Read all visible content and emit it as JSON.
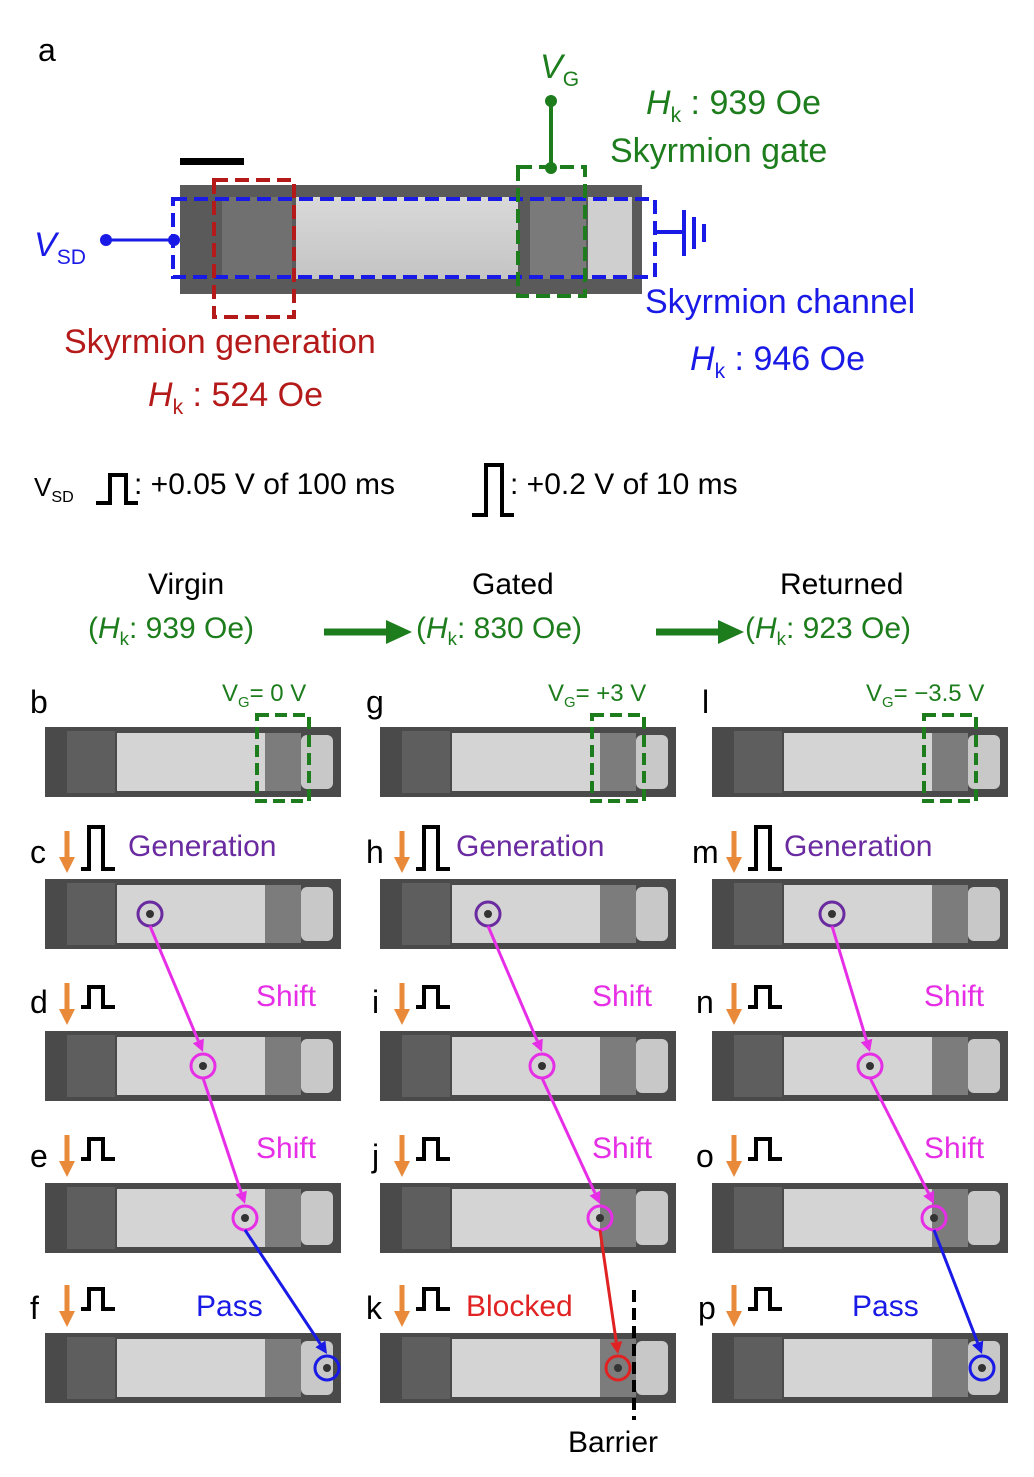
{
  "panel_a": {
    "letter": "a",
    "vg_label": "V",
    "vg_sub": "G",
    "hk_gate_symbol": "H",
    "hk_gate_sub": "k",
    "hk_gate_value": " : 939 Oe",
    "gate_title": "Skyrmion gate",
    "vsd_symbol": "V",
    "vsd_sub": "SD",
    "channel_title": "Skyrmion channel",
    "hk_channel_symbol": "H",
    "hk_channel_sub": "k",
    "hk_channel_value": " : 946 Oe",
    "generation_title": "Skyrmion generation",
    "hk_gen_symbol": "H",
    "hk_gen_sub": "k",
    "hk_gen_value": " : 524 Oe"
  },
  "pulse_legend": {
    "vsd": "V",
    "vsd_sub": "SD",
    "short_pulse": ": +0.05 V of 100 ms",
    "long_pulse": ": +0.2 V of 10 ms"
  },
  "states": [
    {
      "name": "Virgin",
      "hk_symbol": "H",
      "hk_sub": "k",
      "hk_value": ": 939 Oe)"
    },
    {
      "name": "Gated",
      "hk_symbol": "H",
      "hk_sub": "k",
      "hk_value": ": 830 Oe)"
    },
    {
      "name": "Returned",
      "hk_symbol": "H",
      "hk_sub": "k",
      "hk_value": ": 923 Oe)"
    }
  ],
  "columns": [
    {
      "vg": "V",
      "vg_sub": "G",
      "vg_value": "= 0 V",
      "letters": [
        "b",
        "c",
        "d",
        "e",
        "f"
      ],
      "step_labels": [
        "Generation",
        "Shift",
        "Shift",
        "Pass"
      ]
    },
    {
      "vg": "V",
      "vg_sub": "G",
      "vg_value": "= +3 V",
      "letters": [
        "g",
        "h",
        "i",
        "j",
        "k"
      ],
      "step_labels": [
        "Generation",
        "Shift",
        "Shift",
        "Blocked"
      ],
      "barrier_label": "Barrier"
    },
    {
      "vg": "V",
      "vg_sub": "G",
      "vg_value": "= −3.5 V",
      "letters": [
        "l",
        "m",
        "n",
        "o",
        "p"
      ],
      "step_labels": [
        "Generation",
        "Shift",
        "Shift",
        "Pass"
      ]
    }
  ],
  "colors": {
    "gate": "#1d7d1d",
    "generation": "#b51a1a",
    "channel": "#1a1ae6",
    "generation_step": "#6a2aa0",
    "shift": "#e62ee6",
    "pass": "#1a1ae6",
    "blocked": "#e02222",
    "arrow_down": "#e88a3a"
  }
}
